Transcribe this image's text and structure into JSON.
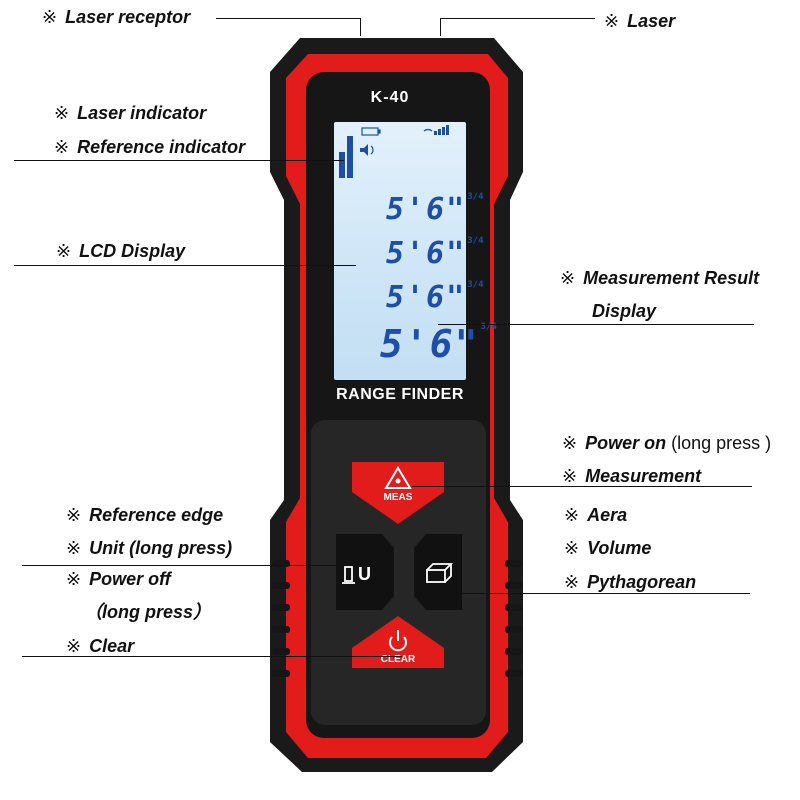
{
  "device": {
    "model": "K-40",
    "brand_label": "RANGE FINDER",
    "lcd_rows": [
      {
        "feet": "5'",
        "inches": "6\"",
        "fraction": "3/4"
      },
      {
        "feet": "5'",
        "inches": "6\"",
        "fraction": "3/4"
      },
      {
        "feet": "5'",
        "inches": "6\"",
        "fraction": "3/4"
      },
      {
        "feet": "5'",
        "inches": "6\"",
        "fraction": "3/4"
      }
    ],
    "buttons": {
      "meas_label": "MEAS",
      "clear_label": "CLEAR",
      "unit_label": "U"
    },
    "colors": {
      "body_red": "#e21b1b",
      "body_black": "#1a1a1a",
      "lcd_digits": "#1d4fa7"
    }
  },
  "callouts": {
    "mark": "※",
    "laser_receptor": "Laser receptor",
    "laser": "Laser",
    "laser_indicator": "Laser indicator",
    "reference_indicator": "Reference indicator",
    "lcd_display": "LCD Display",
    "measurement_result_line1": "Measurement Result",
    "measurement_result_line2": "Display",
    "power_on": "Power on",
    "power_on_note": "(long press )",
    "measurement": "Measurement",
    "reference_edge": "Reference edge",
    "unit": "Unit (long press)",
    "power_off": "Power off",
    "power_off_note": "（long press）",
    "clear": "Clear",
    "aera": "Aera",
    "volume": "Volume",
    "pythagorean": "Pythagorean"
  }
}
